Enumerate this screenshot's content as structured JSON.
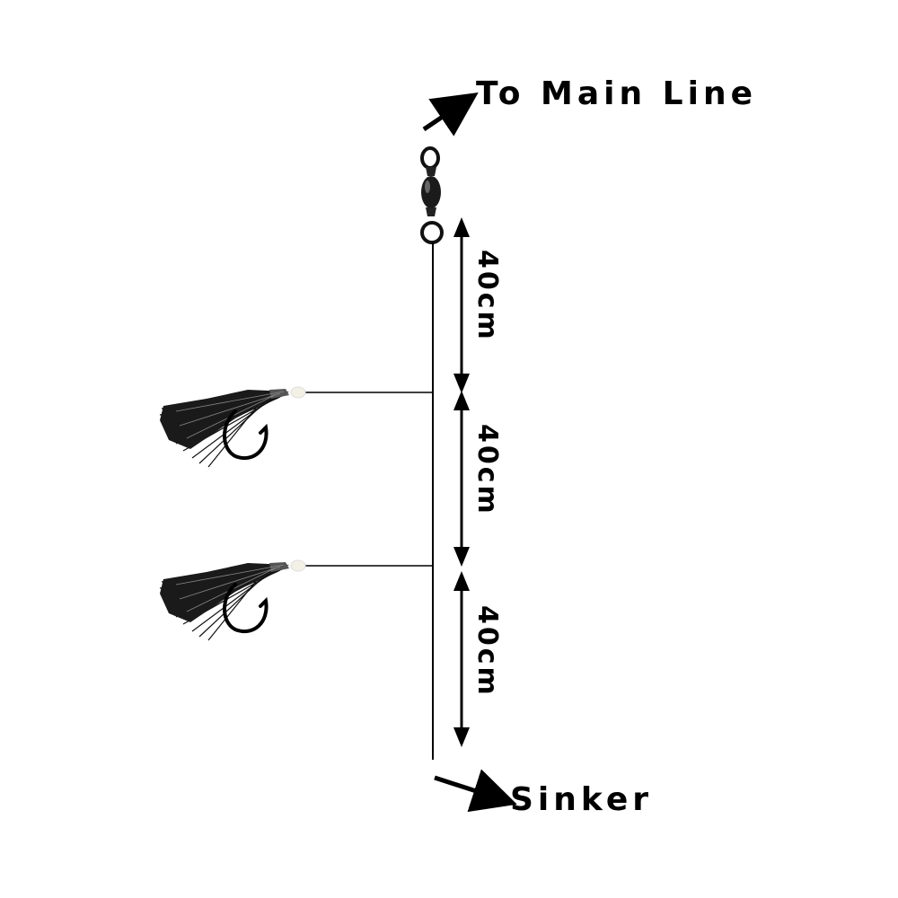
{
  "labels": {
    "main_line": "To Main Line",
    "sinker": "Sinker"
  },
  "dimensions": [
    "40cm",
    "40cm",
    "40cm"
  ],
  "icons": {
    "swivel": "barrel-swivel-icon",
    "lure": "feather-hook-lure-icon",
    "bead": "luminous-bead-icon",
    "arrow": "arrow-icon"
  },
  "colors": {
    "line": "#000000",
    "bead": "#f3f1e6",
    "background": "#ffffff"
  }
}
